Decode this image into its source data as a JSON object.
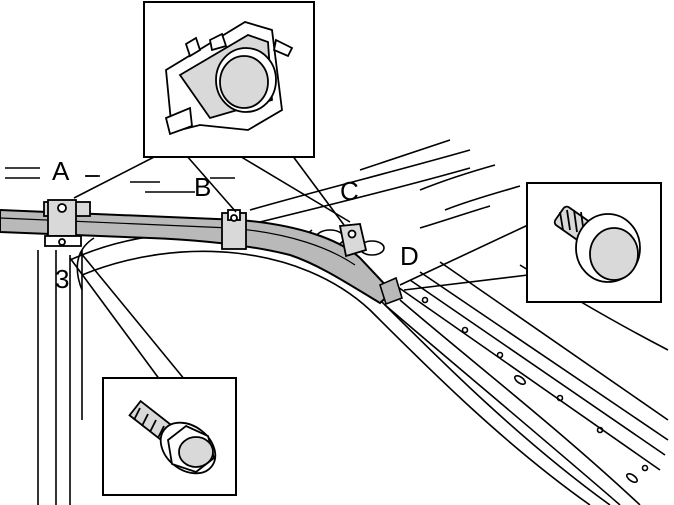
{
  "labels": {
    "a": "A",
    "b": "B",
    "c": "C",
    "d": "D",
    "three": "3"
  },
  "colors": {
    "line": "#000000",
    "panel": "#ffffff",
    "rail_fill": "#b9b9b9",
    "part_fill": "#d9d9d9"
  }
}
